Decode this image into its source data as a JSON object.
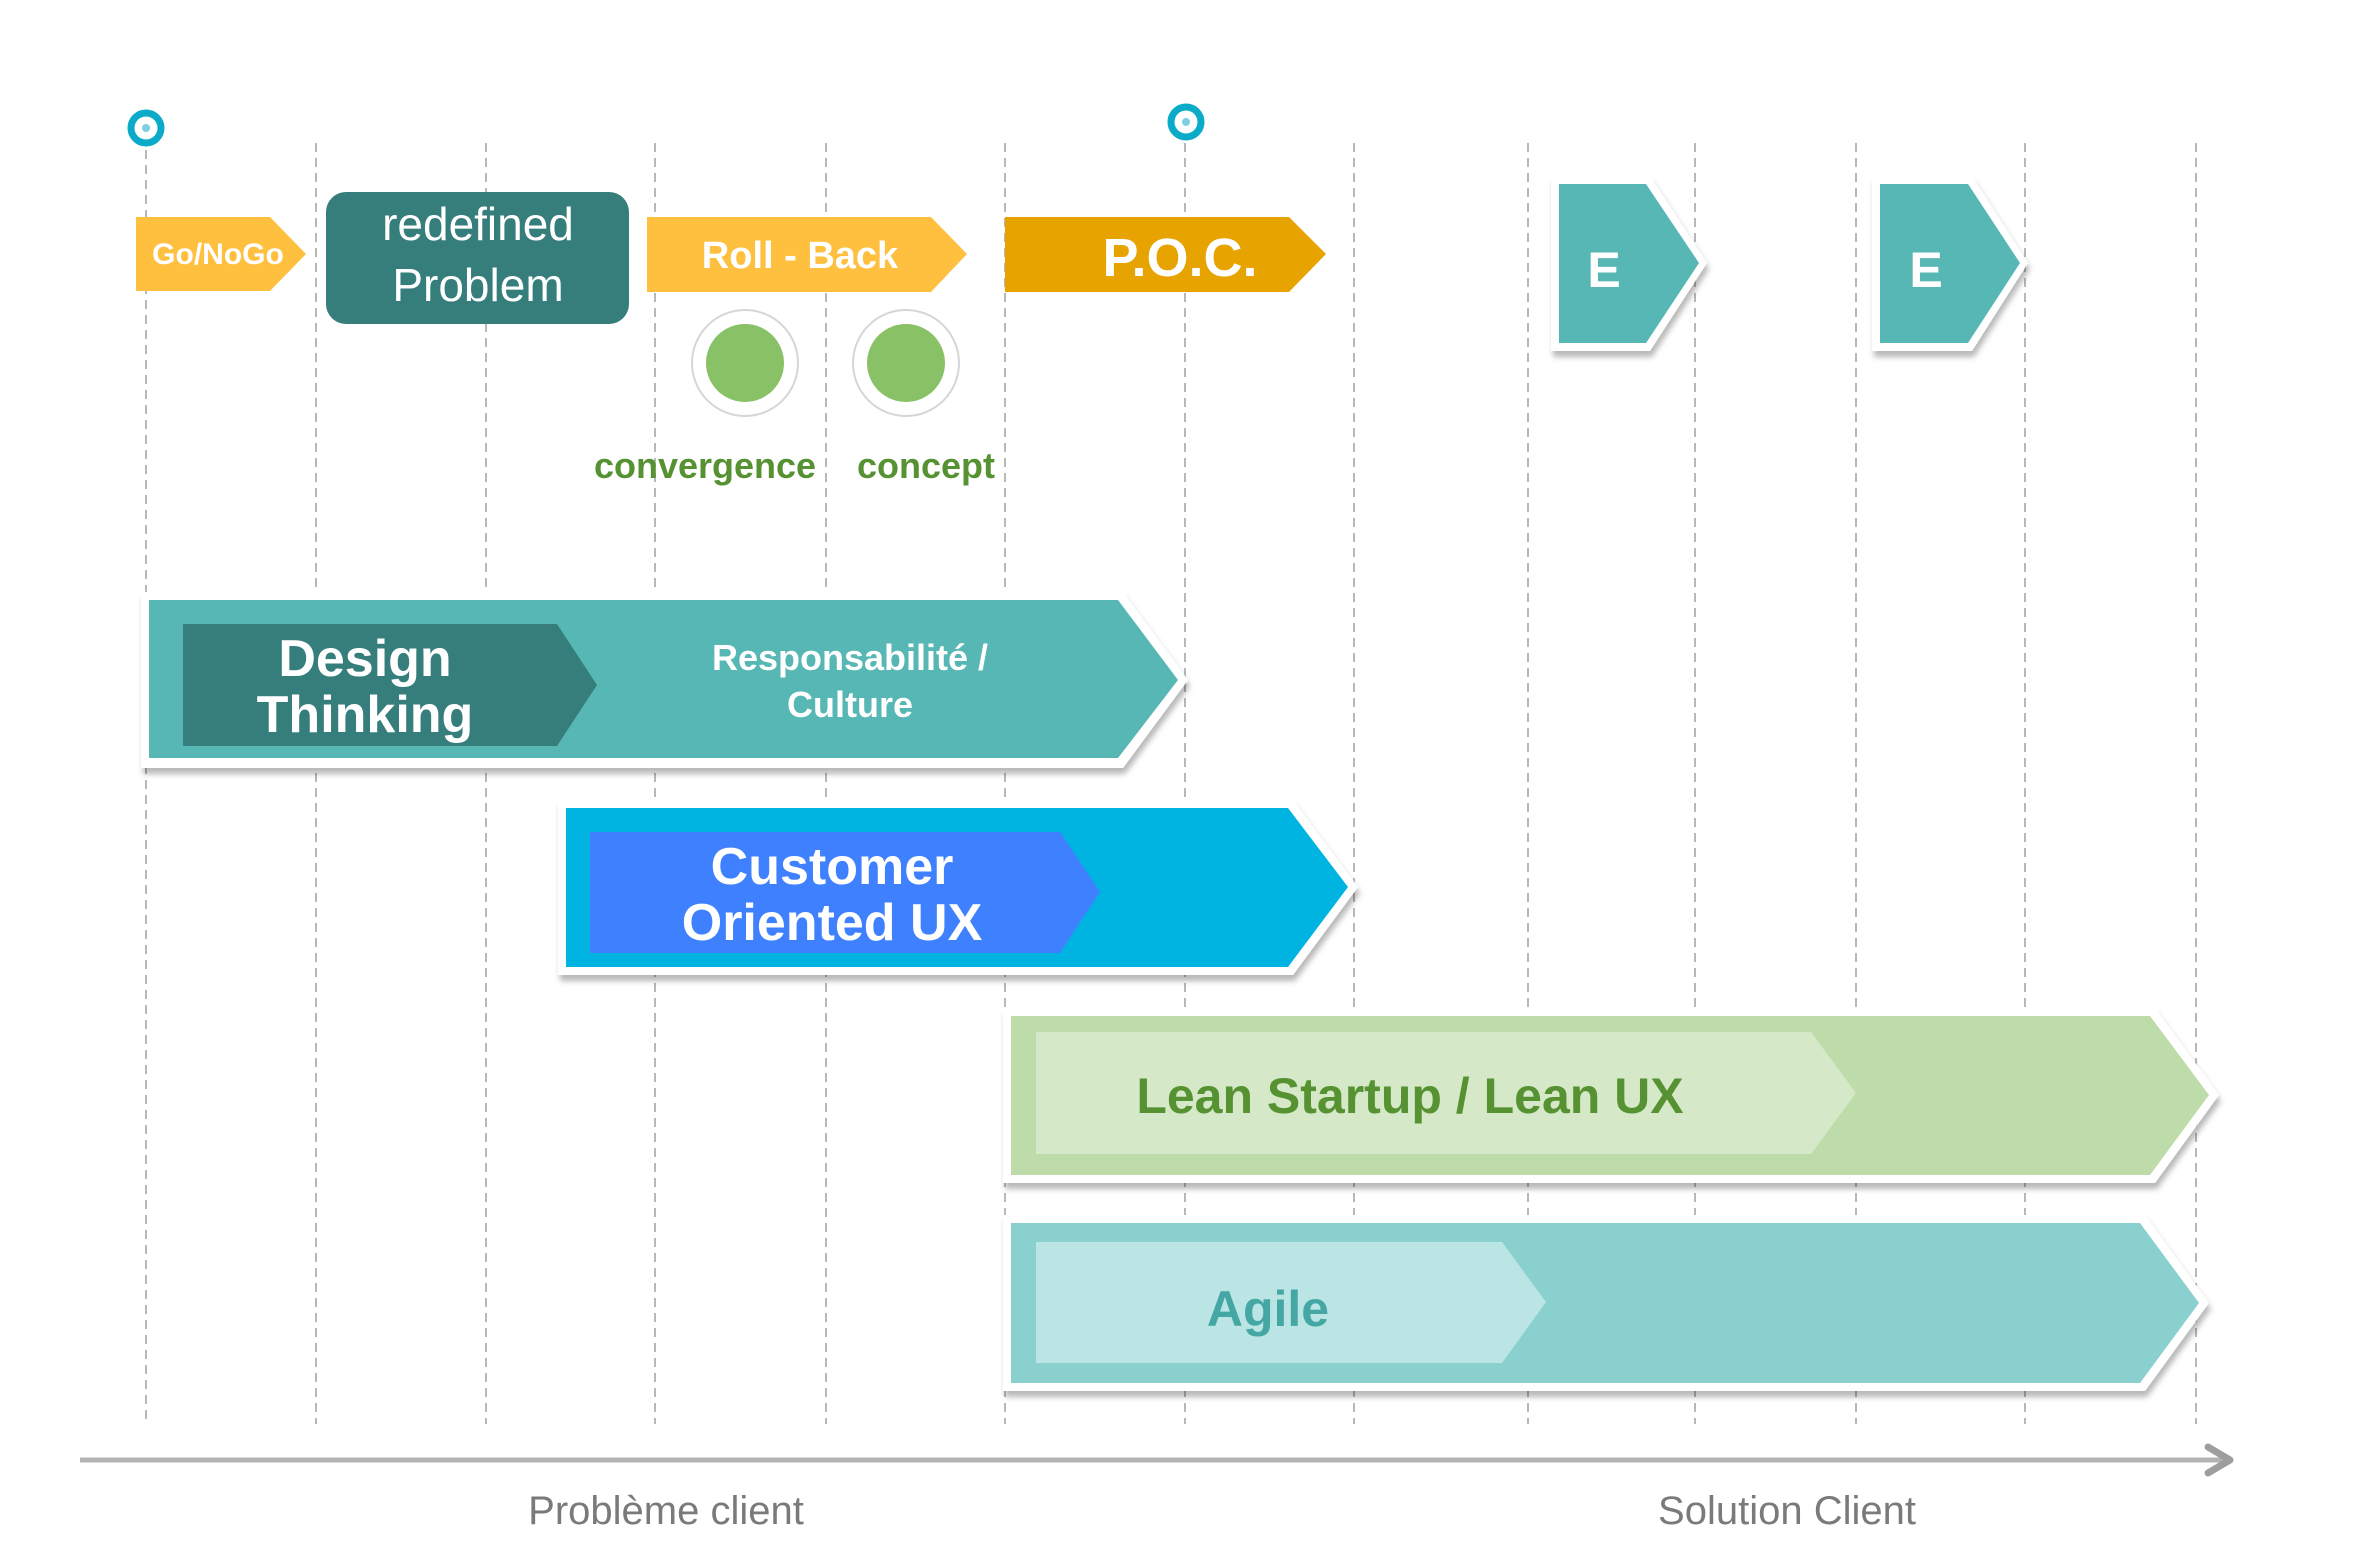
{
  "colors": {
    "gridline": "#b8b8b8",
    "axis": "#b3b3b3",
    "axis_arrow": "#9e9e9e",
    "axis_label": "#7a7a7a",
    "milestone": "#0aabc8",
    "milestone_center": "#7fcfe0",
    "yellow": "#fec03e",
    "orange": "#e7a300",
    "dark_teal": "#367e7b",
    "teal": "#56b7b4",
    "cyan": "#00b4e1",
    "blue": "#3f80fe",
    "lean_outer": "#bedca9",
    "lean_inner": "#d5e8c8",
    "lean_text": "#569132",
    "agile_outer": "#89d0cf",
    "agile_inner": "#bae5e4",
    "agile_text": "#45a7a4",
    "green_dot": "#89c166",
    "green_label": "#569132",
    "white": "#ffffff"
  },
  "milestones": [
    {
      "name": "milestone-start",
      "icon": "target-icon"
    },
    {
      "name": "milestone-poc",
      "icon": "target-icon"
    }
  ],
  "top_row": {
    "go_nogo": "Go/NoGo",
    "redefined_problem": [
      "redefined",
      "Problem"
    ],
    "roll_back": "Roll - Back",
    "poc": "P.O.C.",
    "e_markers": [
      "E",
      "E"
    ]
  },
  "checkpoints": [
    {
      "label": "convergence",
      "icon": "green-dot-icon"
    },
    {
      "label": "concept",
      "icon": "green-dot-icon"
    }
  ],
  "bands": {
    "design_thinking": {
      "title": [
        "Design",
        "Thinking"
      ],
      "subtitle": [
        "Responsabilité /",
        "Culture"
      ]
    },
    "customer_ux": {
      "title": [
        "Customer",
        "Oriented UX"
      ]
    },
    "lean": {
      "title": "Lean Startup / Lean UX"
    },
    "agile": {
      "title": "Agile"
    }
  },
  "axis": {
    "left_label": "Problème client",
    "right_label": "Solution Client"
  }
}
